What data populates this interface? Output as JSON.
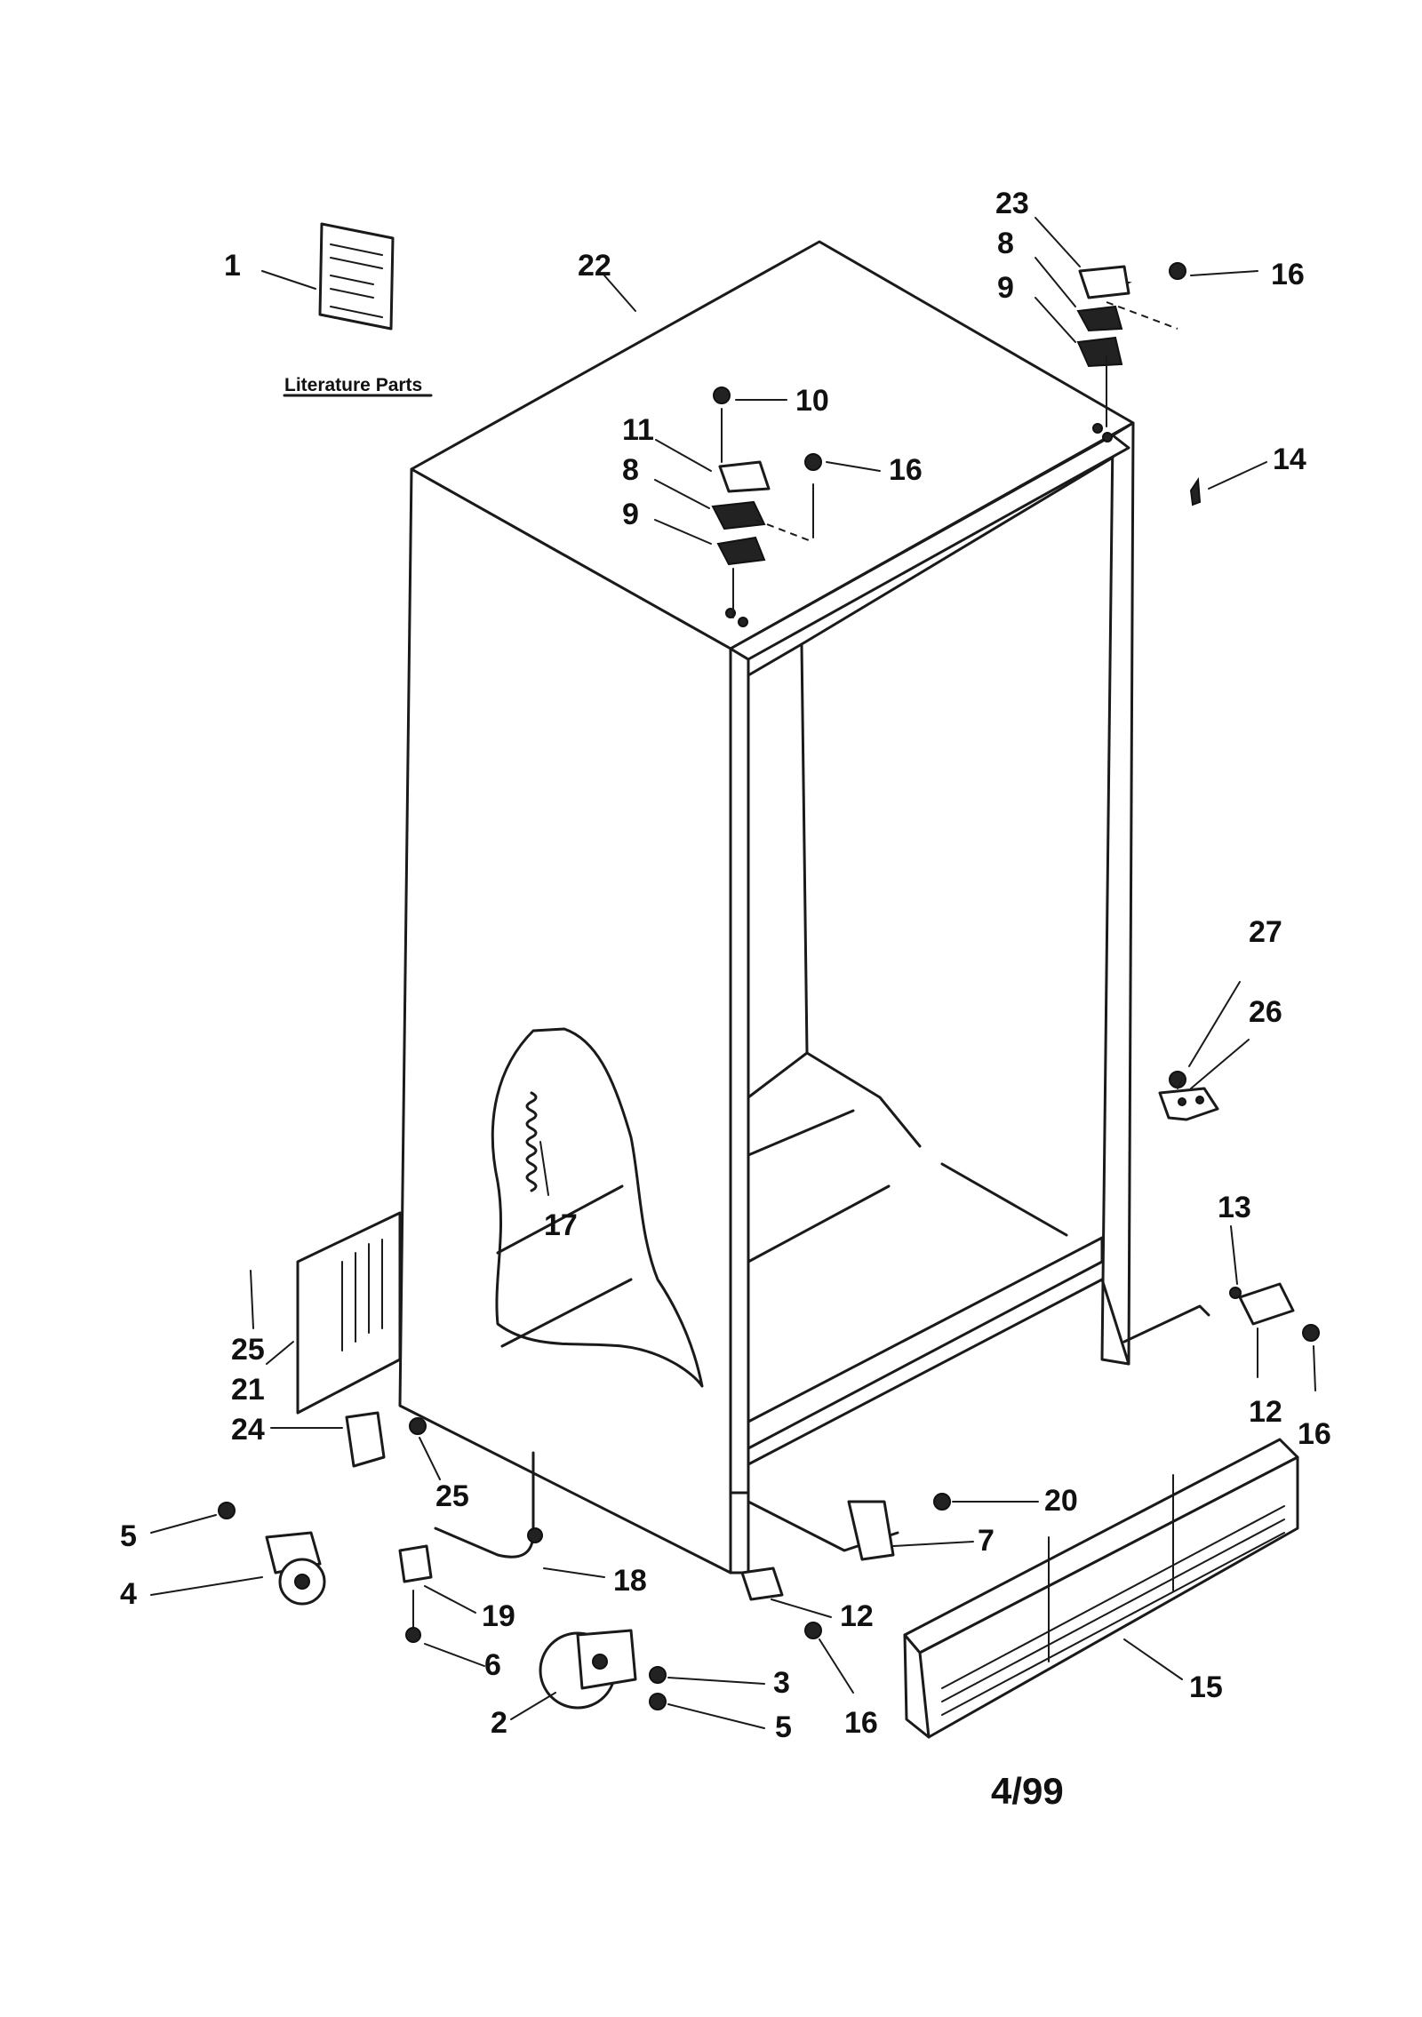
{
  "diagram": {
    "literature_label": "Literature Parts",
    "date_code": "4/99",
    "callouts": {
      "c1": "1",
      "c22": "22",
      "c23": "23",
      "c8a": "8",
      "c16a": "16",
      "c9a": "9",
      "c10": "10",
      "c11": "11",
      "c8b": "8",
      "c16b": "16",
      "c9b": "9",
      "c14": "14",
      "c27": "27",
      "c26": "26",
      "c17": "17",
      "c13": "13",
      "c25a": "25",
      "c21": "21",
      "c12a": "12",
      "c16c": "16",
      "c24": "24",
      "c25b": "25",
      "c20": "20",
      "c5a": "5",
      "c18": "18",
      "c7": "7",
      "c4": "4",
      "c19": "19",
      "c12b": "12",
      "c6": "6",
      "c3": "3",
      "c15": "15",
      "c2": "2",
      "c5b": "5",
      "c16d": "16"
    }
  }
}
